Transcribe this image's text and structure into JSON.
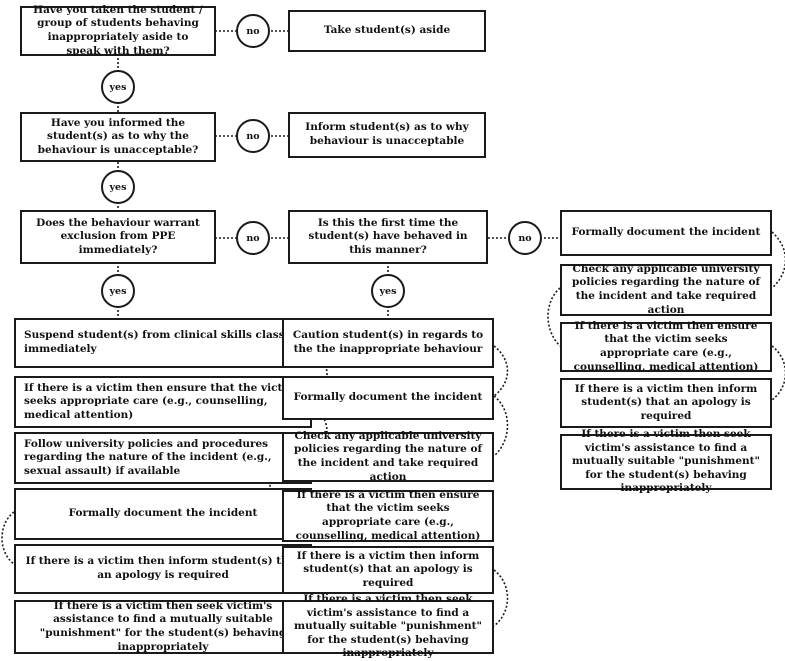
{
  "connectors": {
    "yes": "yes",
    "no": "no"
  },
  "questions": {
    "q1": "Have you taken the student / group of students behaving inappropriately aside to speak with them?",
    "q2": "Have you informed the student(s) as to why the behaviour is unacceptable?",
    "q3": "Does the behaviour warrant exclusion from PPE immediately?",
    "q4": "Is this the first time the student(s) have behaved in this manner?"
  },
  "actions": {
    "take_aside": "Take student(s) aside",
    "inform_why": "Inform student(s) as to why behaviour is unacceptable"
  },
  "col_left": [
    "Suspend student(s) from clinical skills classes immediately",
    "If there is a victim then ensure that the victim seeks appropriate care (e.g., counselling, medical attention)",
    "Follow university policies and procedures regarding the nature of the incident (e.g., sexual assault) if available",
    "Formally document the incident",
    "If there is a victim then inform student(s) that an apology is required",
    "If there is a victim then seek victim's assistance to find a mutually suitable \"punishment\" for the student(s) behaving inappropriately"
  ],
  "col_mid": [
    "Caution student(s) in regards to the the inappropriate behaviour",
    "Formally document the incident",
    "Check any applicable university policies regarding the nature of the incident and take required action",
    "If there is a victim then ensure that the victim seeks appropriate care (e.g., counselling, medical attention)",
    "If there is a victim then inform student(s) that an apology is required",
    "If there is a victim then seek victim's assistance to find a mutually suitable \"punishment\" for the student(s) behaving inappropriately"
  ],
  "col_right": [
    "Formally document the incident",
    "Check any applicable university policies regarding the nature of the incident and take required action",
    "If there is a victim then ensure that the victim seeks appropriate care (e.g., counselling, medical attention)",
    "If there is a victim then inform student(s) that an apology is required",
    "If there is a victim then seek victim's assistance to find a mutually suitable \"punishment\" for the student(s) behaving inappropriately"
  ]
}
